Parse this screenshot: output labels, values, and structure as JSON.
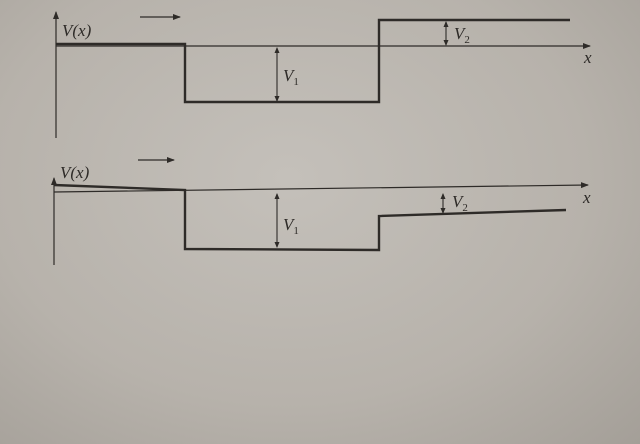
{
  "diagrams": [
    {
      "name": "flat-potential",
      "y_axis_label": "V(x)",
      "x_axis_label": "x",
      "depth_label": {
        "main": "V",
        "sub": "1"
      },
      "step_label": {
        "main": "V",
        "sub": "2"
      }
    },
    {
      "name": "sloped-potential",
      "y_axis_label": "V(x)",
      "x_axis_label": "x",
      "depth_label": {
        "main": "V",
        "sub": "1"
      },
      "step_label": {
        "main": "V",
        "sub": "2"
      }
    }
  ],
  "colors": {
    "ink": "#2e2b28",
    "paper": "#b9b4ad"
  }
}
